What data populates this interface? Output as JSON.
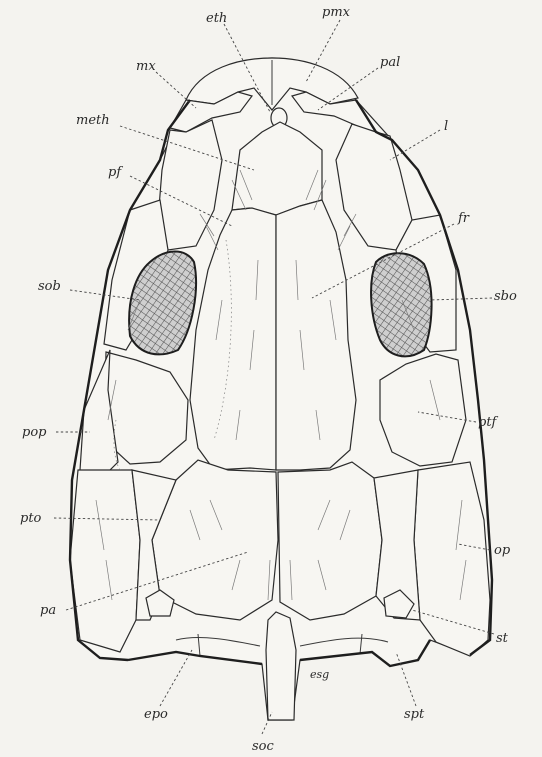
{
  "labels": {
    "eth": "eth",
    "pmx": "pmx",
    "mx": "mx",
    "pal": "pal",
    "meth": "meth",
    "l": "l",
    "pf": "pf",
    "fr": "fr",
    "sob": "sob",
    "sbo": "sbo",
    "pop": "pop",
    "ptf": "ptf",
    "pto": "pto",
    "op": "op",
    "pa": "pa",
    "st": "st",
    "epo": "epo",
    "esg": "esg",
    "spt": "spt",
    "soc": "soc"
  }
}
